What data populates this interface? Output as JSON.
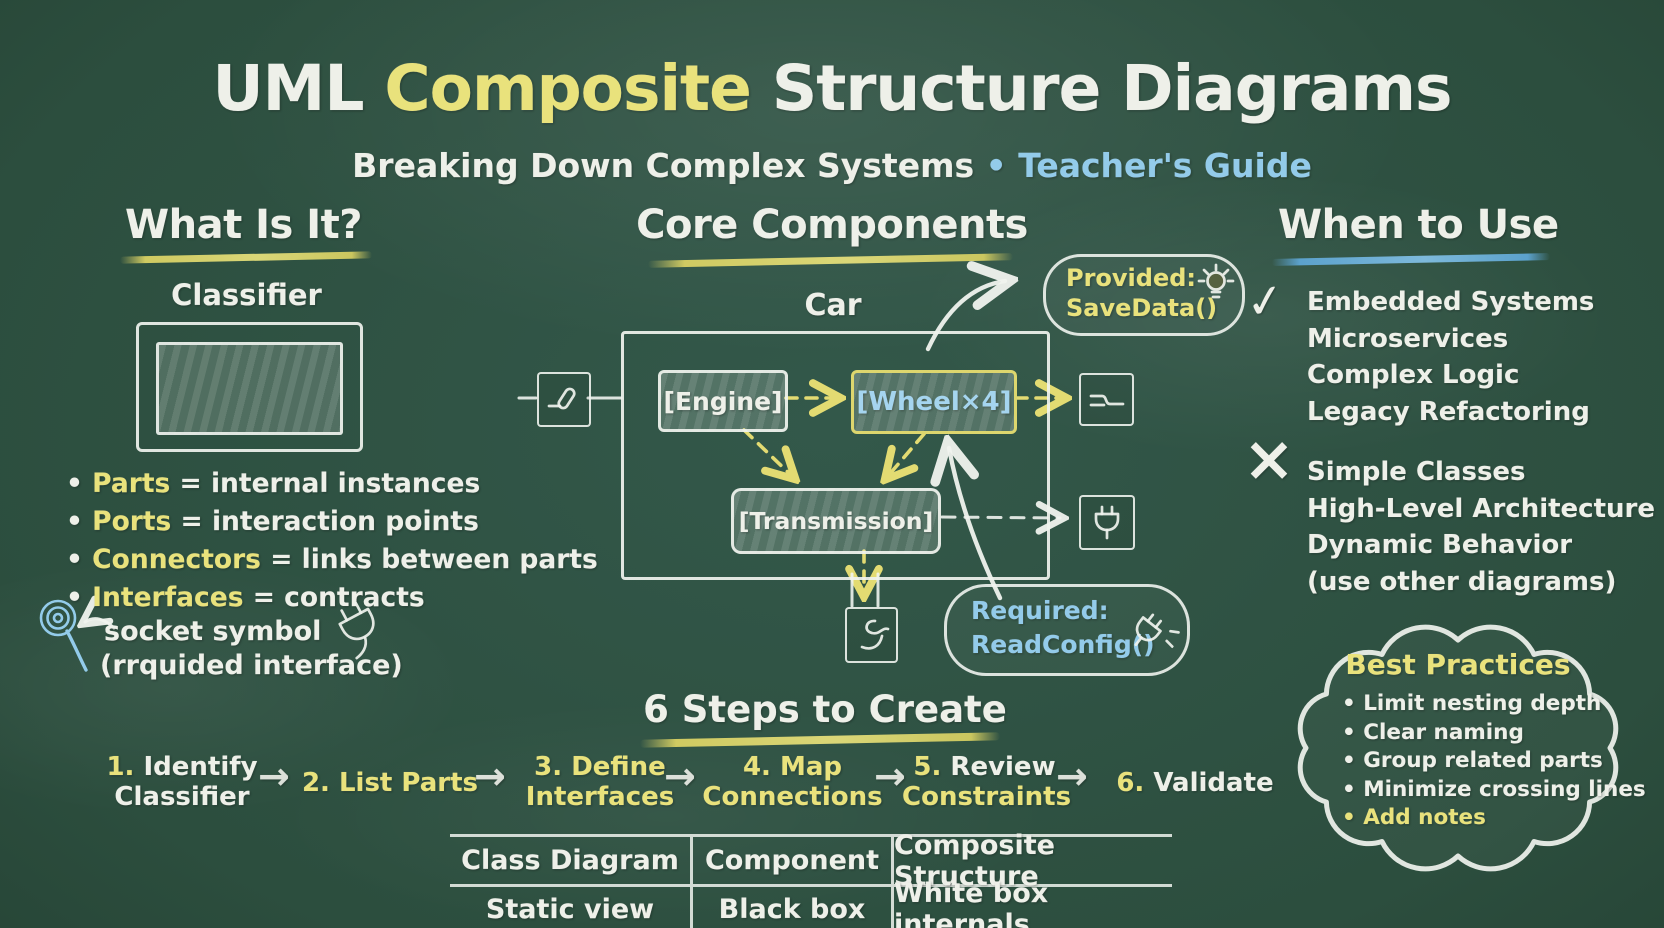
{
  "title": {
    "prefix": "UML ",
    "highlight": "Composite",
    "suffix": " Structure Diagrams"
  },
  "subtitle": {
    "left": "Breaking Down Complex Systems",
    "separator": "•",
    "right": "Teacher's Guide"
  },
  "sections": {
    "what_is_it": {
      "heading": "What Is It?",
      "classifier_label": "Classifier",
      "bullets": [
        {
          "term": "Parts",
          "definition": "= internal instances"
        },
        {
          "term": "Ports",
          "definition": "= interaction points"
        },
        {
          "term": "Connectors",
          "definition": "= links between parts"
        },
        {
          "term": "Interfaces",
          "definition": "= contracts"
        }
      ],
      "socket_note": {
        "line1": "socket symbol",
        "line2": "(rrquided interface)"
      }
    },
    "core_components": {
      "heading": "Core Components",
      "classifier_name": "Car",
      "parts": {
        "engine": "[Engine]",
        "wheel": "[Wheel×4]",
        "transmission": "[Transmission]"
      },
      "provided_interface": {
        "label": "Provided:",
        "method": "SaveData()"
      },
      "required_interface": {
        "label": "Required:",
        "method": "ReadConfig()"
      }
    },
    "when_to_use": {
      "heading": "When to Use",
      "good_fits": [
        "Embedded Systems",
        "Microservices",
        "Complex Logic",
        "Legacy Refactoring"
      ],
      "poor_fits": [
        "Simple Classes",
        "High-Level Architecture",
        "Dynamic Behavior",
        "(use other diagrams)"
      ]
    },
    "best_practices": {
      "heading": "Best Practices",
      "items": [
        "Limit nesting depth",
        "Clear naming",
        "Group related parts",
        "Minimize crossing lines",
        "Add notes"
      ]
    },
    "steps": {
      "heading": "6 Steps to Create",
      "items": [
        {
          "num": "1.",
          "line1": "Identify",
          "line2": "Classifier"
        },
        {
          "num": "2.",
          "line1": "List Parts",
          "line2": ""
        },
        {
          "num": "3.",
          "line1": "Define",
          "line2": "Interfaces"
        },
        {
          "num": "4.",
          "line1": "Map",
          "line2": "Connections"
        },
        {
          "num": "5.",
          "line1": "Review",
          "line2": "Constraints"
        },
        {
          "num": "6.",
          "line1": "Validate",
          "line2": ""
        }
      ]
    },
    "comparison": {
      "headers": [
        "Class Diagram",
        "Component",
        "Composite Structure"
      ],
      "values": [
        "Static view",
        "Black box",
        "White box internals"
      ]
    }
  },
  "icons": {
    "check": "✓",
    "cross": "×",
    "step_arrow": "→"
  },
  "colors": {
    "chalk_white": "#eef0e9",
    "chalk_yellow": "#e9e27c",
    "chalk_blue": "#93cbea",
    "board_green": "#2c4e3e"
  }
}
